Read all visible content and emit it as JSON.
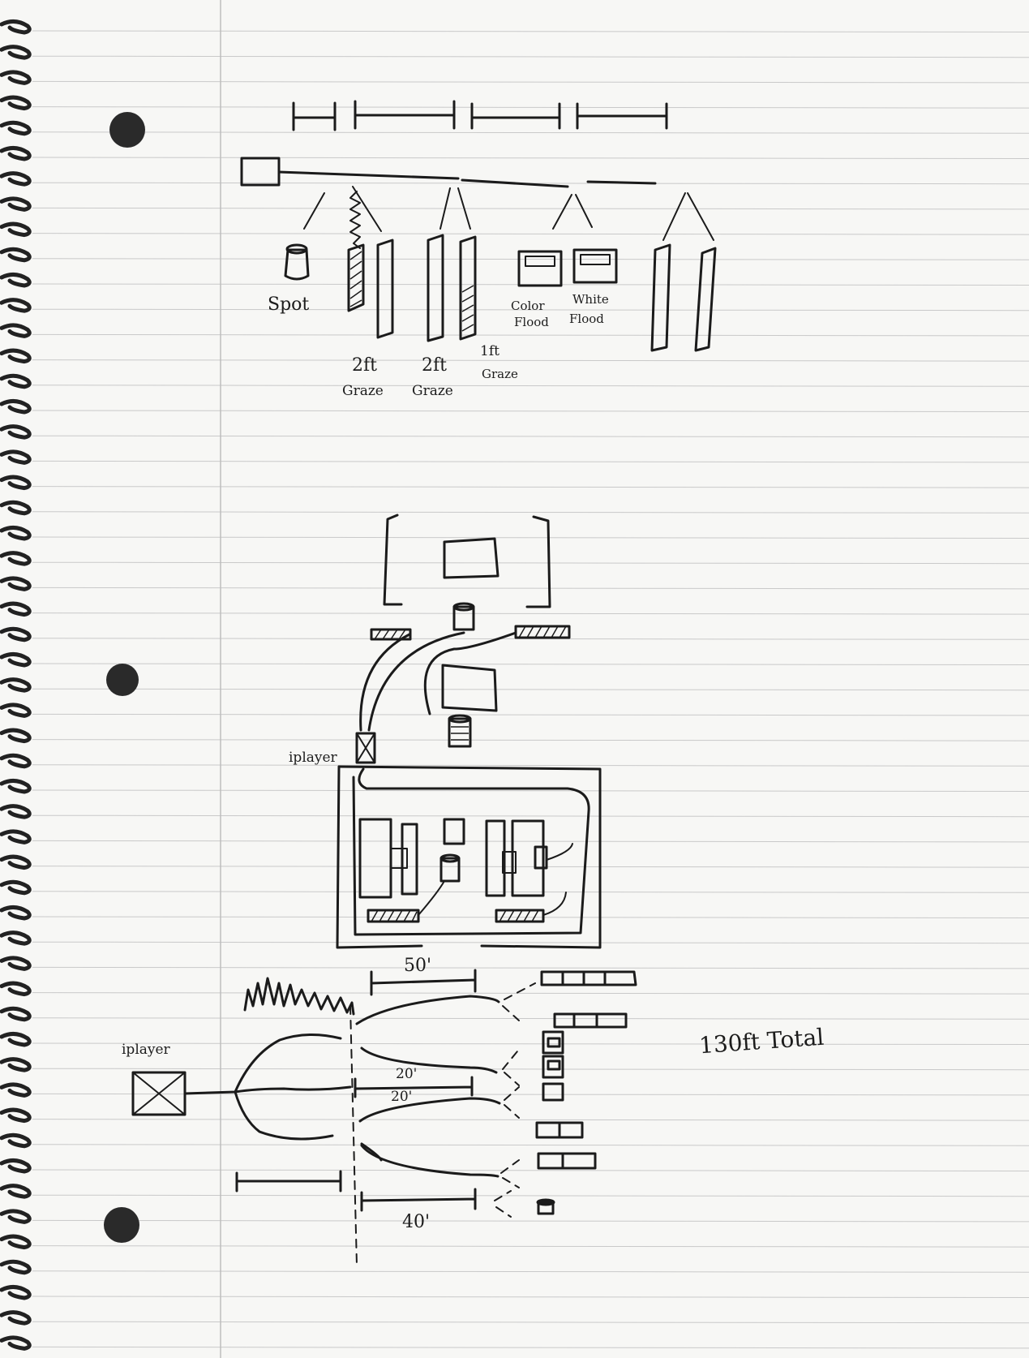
{
  "labels": {
    "spot": "Spot",
    "graze_2ft_a_line1": "2ft",
    "graze_2ft_a_line2": "Graze",
    "graze_2ft_b_line1": "2ft",
    "graze_2ft_b_line2": "Graze",
    "graze_1ft_line1": "1ft",
    "graze_1ft_line2": "Graze",
    "color_flood_line1": "Color",
    "color_flood_line2": "Flood",
    "white_flood_line1": "White",
    "white_flood_line2": "Flood",
    "iplayer_top": "iplayer",
    "iplayer_bottom": "iplayer",
    "dim_50": "50'",
    "dim_20_a": "20'",
    "dim_20_b": "20'",
    "dim_40": "40'",
    "total": "130ft Total"
  },
  "colors": {
    "paper": "#f7f7f5",
    "ink": "#1b1b1b",
    "rule_line": "#c9c9c9",
    "margin_line": "#bdbdbd"
  },
  "icons": [
    "spiral-binding",
    "punch-hole"
  ]
}
